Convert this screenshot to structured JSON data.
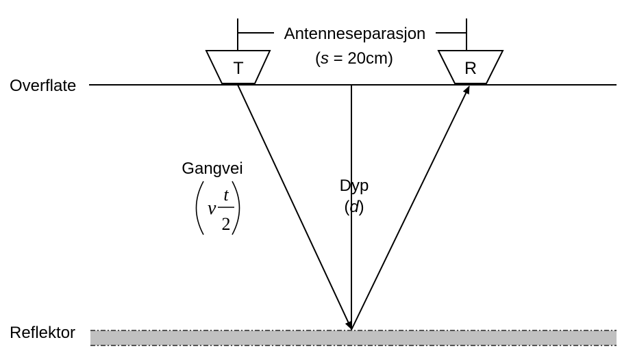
{
  "surface_label": "Overflate",
  "reflector_label": "Reflektor",
  "separation": {
    "title": "Antenneseparasjon",
    "open_paren": "(",
    "symbol": "s",
    "value": " = 20cm)"
  },
  "transmitter_label": "T",
  "receiver_label": "R",
  "path": {
    "title": "Gangvei",
    "velocity_symbol": "v",
    "time_symbol": "t",
    "divisor": "2"
  },
  "depth": {
    "title": "Dyp",
    "open_paren": "(",
    "symbol": "d",
    "close_paren": ")"
  },
  "colors": {
    "ink": "#000000",
    "reflector_fill": "#c0c0c0",
    "background": "#ffffff"
  }
}
